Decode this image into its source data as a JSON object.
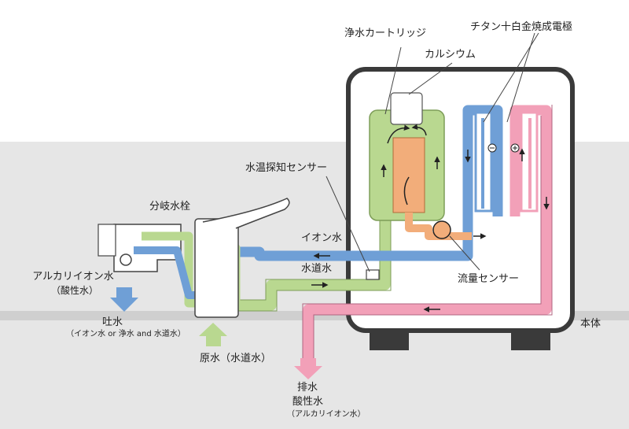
{
  "labels": {
    "cartridge": "浄水カートリッジ",
    "calcium": "カルシウム",
    "electrode": "チタン十白金焼成電極",
    "temp_sensor": "水温探知センサー",
    "faucet": "分岐水栓",
    "ion_water": "イオン水",
    "tap_water": "水道水",
    "flow_sensor": "流量センサー",
    "body": "本体",
    "alkaline_line1": "アルカリイオン水",
    "alkaline_line2": "（酸性水）",
    "outlet": "吐水",
    "outlet_note": "（イオン水 or 浄水 and 水道水）",
    "raw_water": "原水（水道水）",
    "drain": "排水",
    "acidic": "酸性水",
    "acidic_note": "（アルカリイオン水）"
  },
  "colors": {
    "tap_water_green": "#b9d890",
    "ion_water_blue": "#6f9fd6",
    "drain_pink": "#f2a0b8",
    "filter_orange": "#f2ad7a",
    "unit_frame": "#3a3a3a",
    "shadow_gray": "#dcdcdc"
  },
  "icons": {
    "minus_electrode": "minus-symbol",
    "plus_electrode": "plus-symbol"
  }
}
